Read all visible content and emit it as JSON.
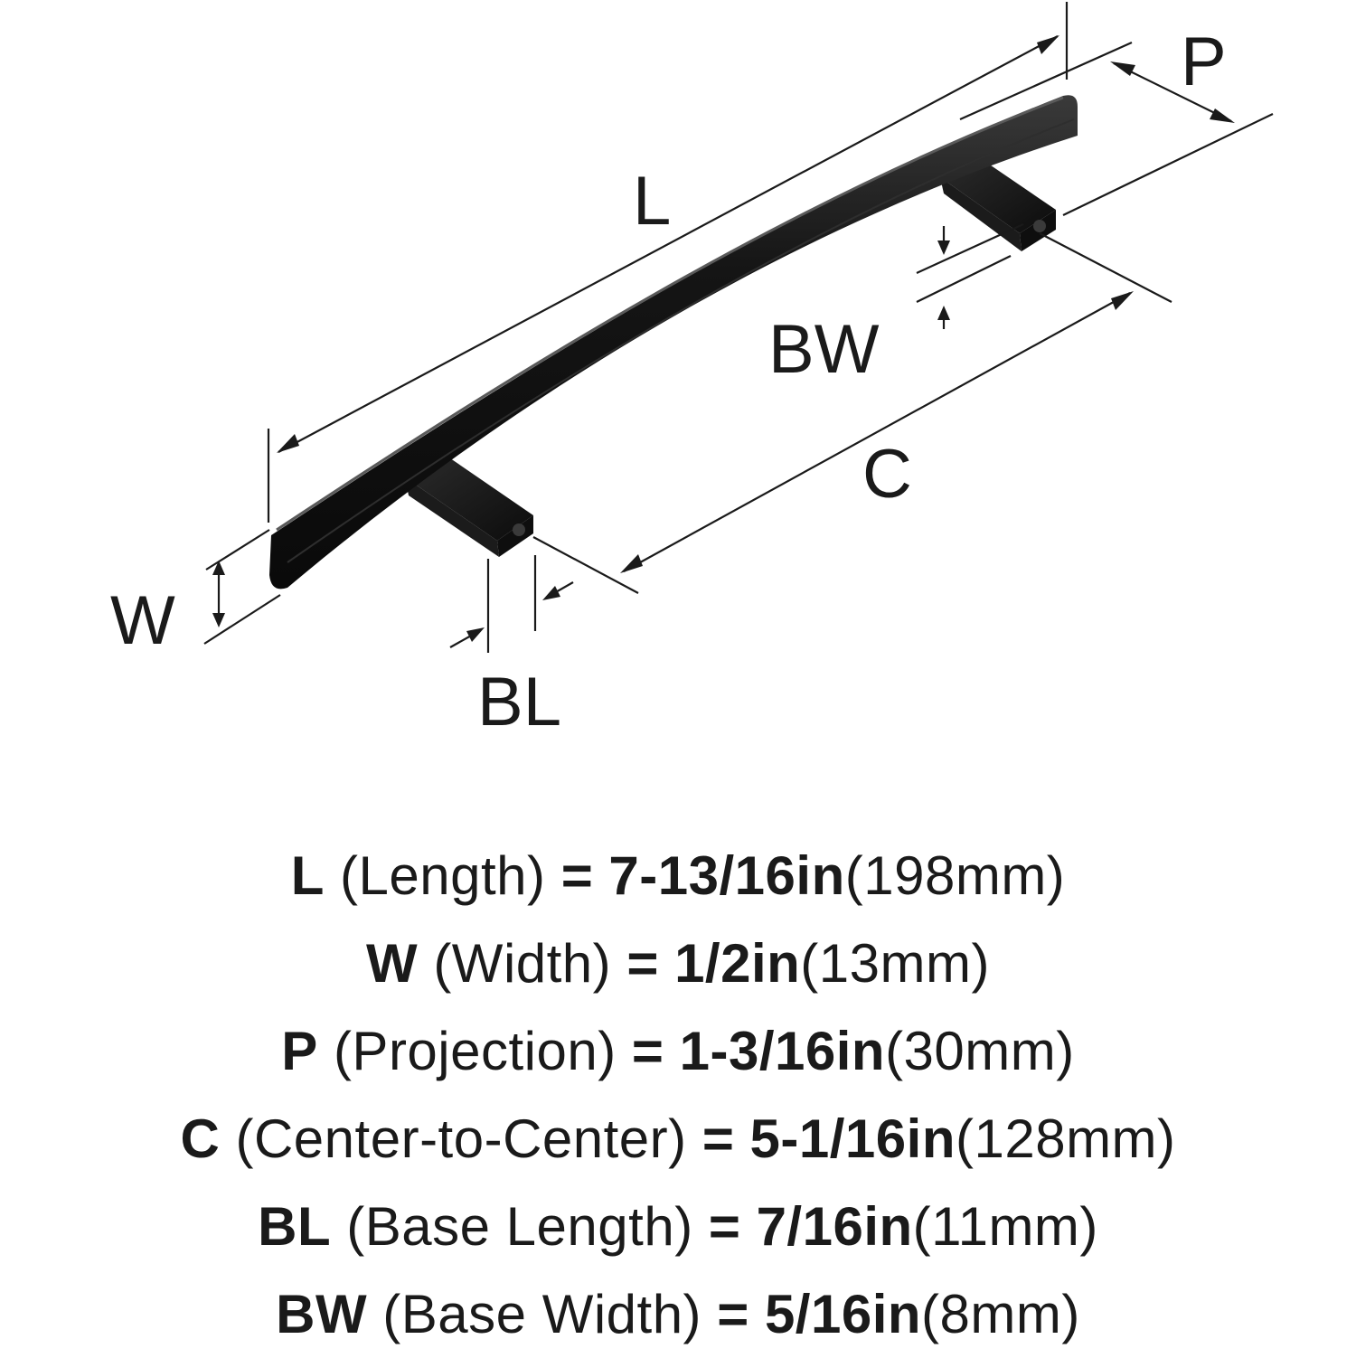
{
  "diagram": {
    "labels": {
      "length": "L",
      "width": "W",
      "projection": "P",
      "center": "C",
      "base_length": "BL",
      "base_width": "BW"
    },
    "colors": {
      "finish": "#141414",
      "ink": "#1a1a1a",
      "background": "#ffffff"
    }
  },
  "specs": [
    {
      "code": "L",
      "name": "(Length)",
      "equals": "=",
      "imperial": "7-13/16in",
      "metric": "(198mm)"
    },
    {
      "code": "W",
      "name": "(Width)",
      "equals": "=",
      "imperial": "1/2in",
      "metric": "(13mm)"
    },
    {
      "code": "P",
      "name": "(Projection)",
      "equals": "=",
      "imperial": "1-3/16in",
      "metric": "(30mm)"
    },
    {
      "code": "C",
      "name": "(Center-to-Center)",
      "equals": "=",
      "imperial": "5-1/16in",
      "metric": "(128mm)"
    },
    {
      "code": "BL",
      "name": "(Base Length)",
      "equals": "=",
      "imperial": "7/16in",
      "metric": "(11mm)"
    },
    {
      "code": "BW",
      "name": "(Base Width)",
      "equals": "=",
      "imperial": "5/16in",
      "metric": "(8mm)"
    }
  ]
}
